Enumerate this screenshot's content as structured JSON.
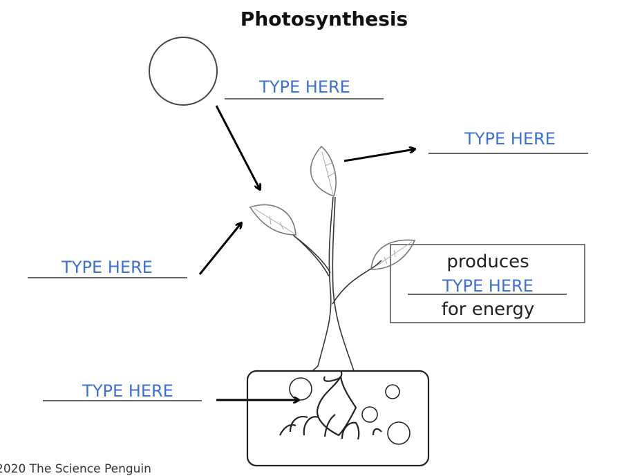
{
  "title": "Photosynthesis",
  "fields": {
    "sun_label": "TYPE HERE",
    "leaf_output_label": "TYPE HERE",
    "left_input_label": "TYPE HERE",
    "root_input_label": "TYPE HERE",
    "product_label": "TYPE HERE"
  },
  "product_box": {
    "line1": "produces",
    "line2": "for energy"
  },
  "credit": "2020 The Science Penguin",
  "colors": {
    "field_text": "#3e6fd6",
    "lines": "#222222"
  }
}
